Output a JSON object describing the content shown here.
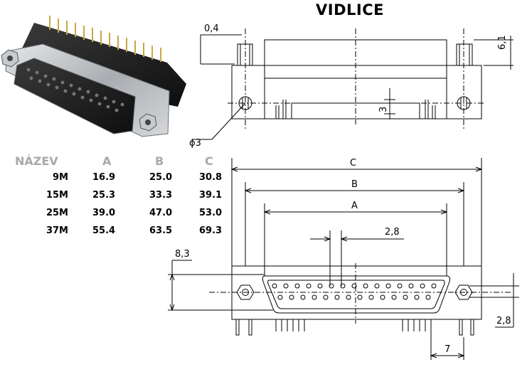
{
  "title": "VIDLICE",
  "table": {
    "headers": [
      "NÁZEV",
      "A",
      "B",
      "C"
    ],
    "rows": [
      [
        "9M",
        "16.9",
        "25.0",
        "30.8"
      ],
      [
        "15M",
        "25.3",
        "33.3",
        "39.1"
      ],
      [
        "25M",
        "39.0",
        "47.0",
        "53.0"
      ],
      [
        "37M",
        "55.4",
        "63.5",
        "69.3"
      ]
    ]
  },
  "dimensions": {
    "top_plate": "0,4",
    "height": "6,1",
    "tab_depth": "3",
    "hole_diameter": "ϕ3",
    "dim_c": "C",
    "dim_b": "B",
    "dim_a": "A",
    "pin_pitch": "2,8",
    "flange_height": "8,3",
    "pin_offset": "2,8",
    "pin_row_length": "7"
  },
  "colors": {
    "ink": "#000000",
    "header_gray": "#a8a8a8",
    "metal": "#b9bcbf",
    "plastic": "#1c1c1c"
  }
}
